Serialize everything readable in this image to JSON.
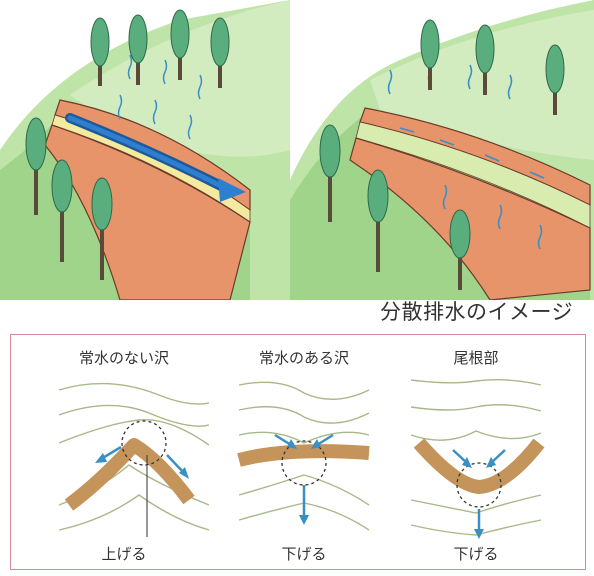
{
  "caption": "分散排水のイメージ",
  "panels": [
    {
      "title": "常水のない沢",
      "label": "上げる"
    },
    {
      "title": "常水のある沢",
      "label": "下げる"
    },
    {
      "title": "尾根部",
      "label": "下げる"
    }
  ],
  "colors": {
    "road": "#c4945a",
    "arrow": "#3a8fc4",
    "contour": "#a9b889",
    "frame": "#d98a9a",
    "tree": "#5aae7e",
    "trunk": "#5a4a3a",
    "soil": "#e8946a",
    "grass": "#a8d890",
    "path": "#f3eaa0",
    "water": "#2f6fb0"
  }
}
